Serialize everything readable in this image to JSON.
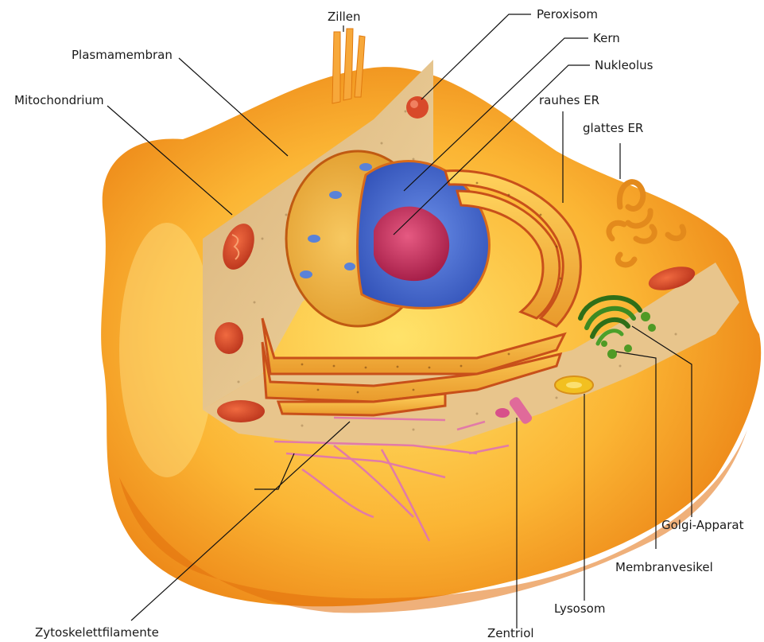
{
  "labels": {
    "zillen": "Zillen",
    "plasmamembran": "Plasmamembran",
    "mitochondrium": "Mitochondrium",
    "peroxisom": "Peroxisom",
    "kern": "Kern",
    "nukleolus": "Nukleolus",
    "rauhes_er": "rauhes ER",
    "glattes_er": "glattes ER",
    "golgi": "Golgi-Apparat",
    "membranvesikel": "Membranvesikel",
    "lysosom": "Lysosom",
    "zentriol": "Zentriol",
    "zytoskelett": "Zytoskelettfilamente"
  },
  "colors": {
    "cytoplasm_light": "#ffd84a",
    "cytoplasm_dark": "#f08a10",
    "cut_face": "#e9c88a",
    "nucleus_blue": "#4a6fd0",
    "nucleolus": "#c8325a",
    "mitochondria": "#d8452a",
    "golgi": "#2f7a1c",
    "filaments": "#e27aa8"
  }
}
